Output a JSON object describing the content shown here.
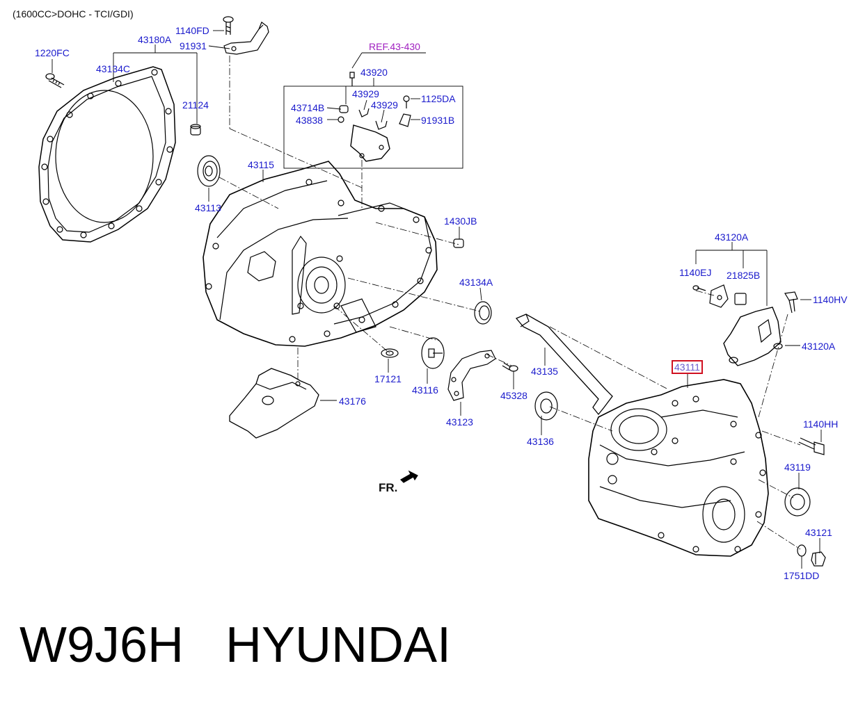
{
  "header": {
    "spec": "(1600CC>DOHC - TCI/GDI)"
  },
  "direction_label": "FR.",
  "footer": {
    "code": "W9J6H",
    "brand": "HYUNDAI"
  },
  "colors": {
    "label": "#1a1acc",
    "reference": "#a020c0",
    "highlight_box": "#d01020",
    "line": "#000000"
  },
  "parts": [
    {
      "id": "1220FC",
      "text": "1220FC"
    },
    {
      "id": "43180A",
      "text": "43180A"
    },
    {
      "id": "1140FD",
      "text": "1140FD"
    },
    {
      "id": "91931",
      "text": "91931"
    },
    {
      "id": "43134C",
      "text": "43134C"
    },
    {
      "id": "21124",
      "text": "21124"
    },
    {
      "id": "REF.43-430",
      "text": "REF.43-430"
    },
    {
      "id": "43920",
      "text": "43920"
    },
    {
      "id": "43929a",
      "text": "43929"
    },
    {
      "id": "1125DA",
      "text": "1125DA"
    },
    {
      "id": "43714B",
      "text": "43714B"
    },
    {
      "id": "43929b",
      "text": "43929"
    },
    {
      "id": "43838",
      "text": "43838"
    },
    {
      "id": "91931B",
      "text": "91931B"
    },
    {
      "id": "43115",
      "text": "43115"
    },
    {
      "id": "43113",
      "text": "43113"
    },
    {
      "id": "1430JB",
      "text": "1430JB"
    },
    {
      "id": "43134A",
      "text": "43134A"
    },
    {
      "id": "43120A_top",
      "text": "43120A"
    },
    {
      "id": "1140EJ",
      "text": "1140EJ"
    },
    {
      "id": "21825B",
      "text": "21825B"
    },
    {
      "id": "1140HV",
      "text": "1140HV"
    },
    {
      "id": "43120A_side",
      "text": "43120A"
    },
    {
      "id": "17121",
      "text": "17121"
    },
    {
      "id": "43116",
      "text": "43116"
    },
    {
      "id": "43135",
      "text": "43135"
    },
    {
      "id": "43111",
      "text": "43111"
    },
    {
      "id": "43176",
      "text": "43176"
    },
    {
      "id": "43123",
      "text": "43123"
    },
    {
      "id": "45328",
      "text": "45328"
    },
    {
      "id": "43136",
      "text": "43136"
    },
    {
      "id": "1140HH",
      "text": "1140HH"
    },
    {
      "id": "43119",
      "text": "43119"
    },
    {
      "id": "43121",
      "text": "43121"
    },
    {
      "id": "1751DD",
      "text": "1751DD"
    }
  ]
}
